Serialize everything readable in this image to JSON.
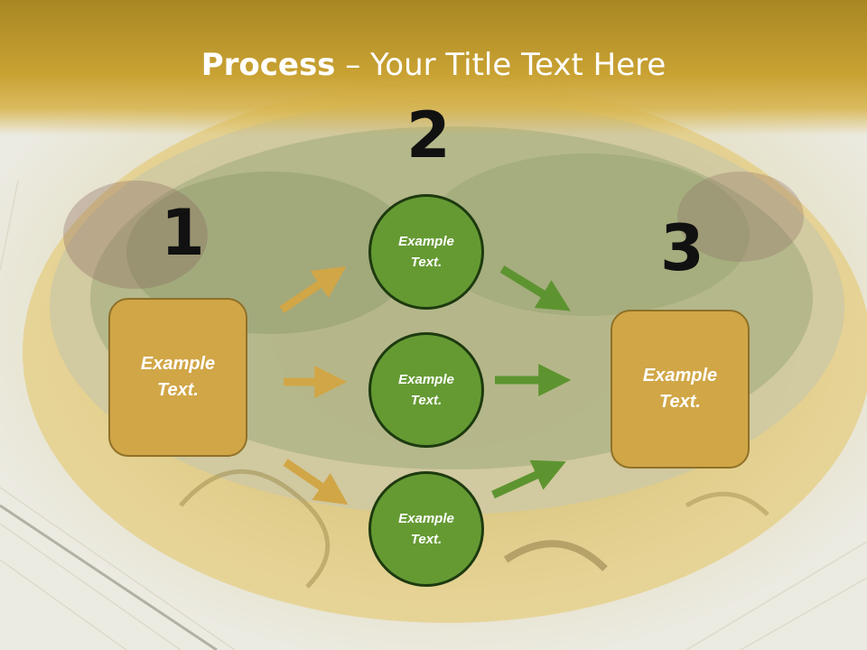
{
  "title": {
    "bold": "Process",
    "rest": " – Your Title Text Here"
  },
  "steps": {
    "step1": {
      "number": "1",
      "box": [
        "Example",
        "Text."
      ]
    },
    "step2": {
      "number": "2",
      "circles": [
        [
          "Example",
          "Text."
        ],
        [
          "Example",
          "Text."
        ],
        [
          "Example",
          "Text."
        ]
      ]
    },
    "step3": {
      "number": "3",
      "box": [
        "Example",
        "Text."
      ]
    }
  },
  "colors": {
    "title_band": "#c9a233",
    "box_fill": "#d1a647",
    "circle_fill": "#659a33",
    "arrow_gold": "#d1a647",
    "arrow_green": "#5d9430"
  }
}
